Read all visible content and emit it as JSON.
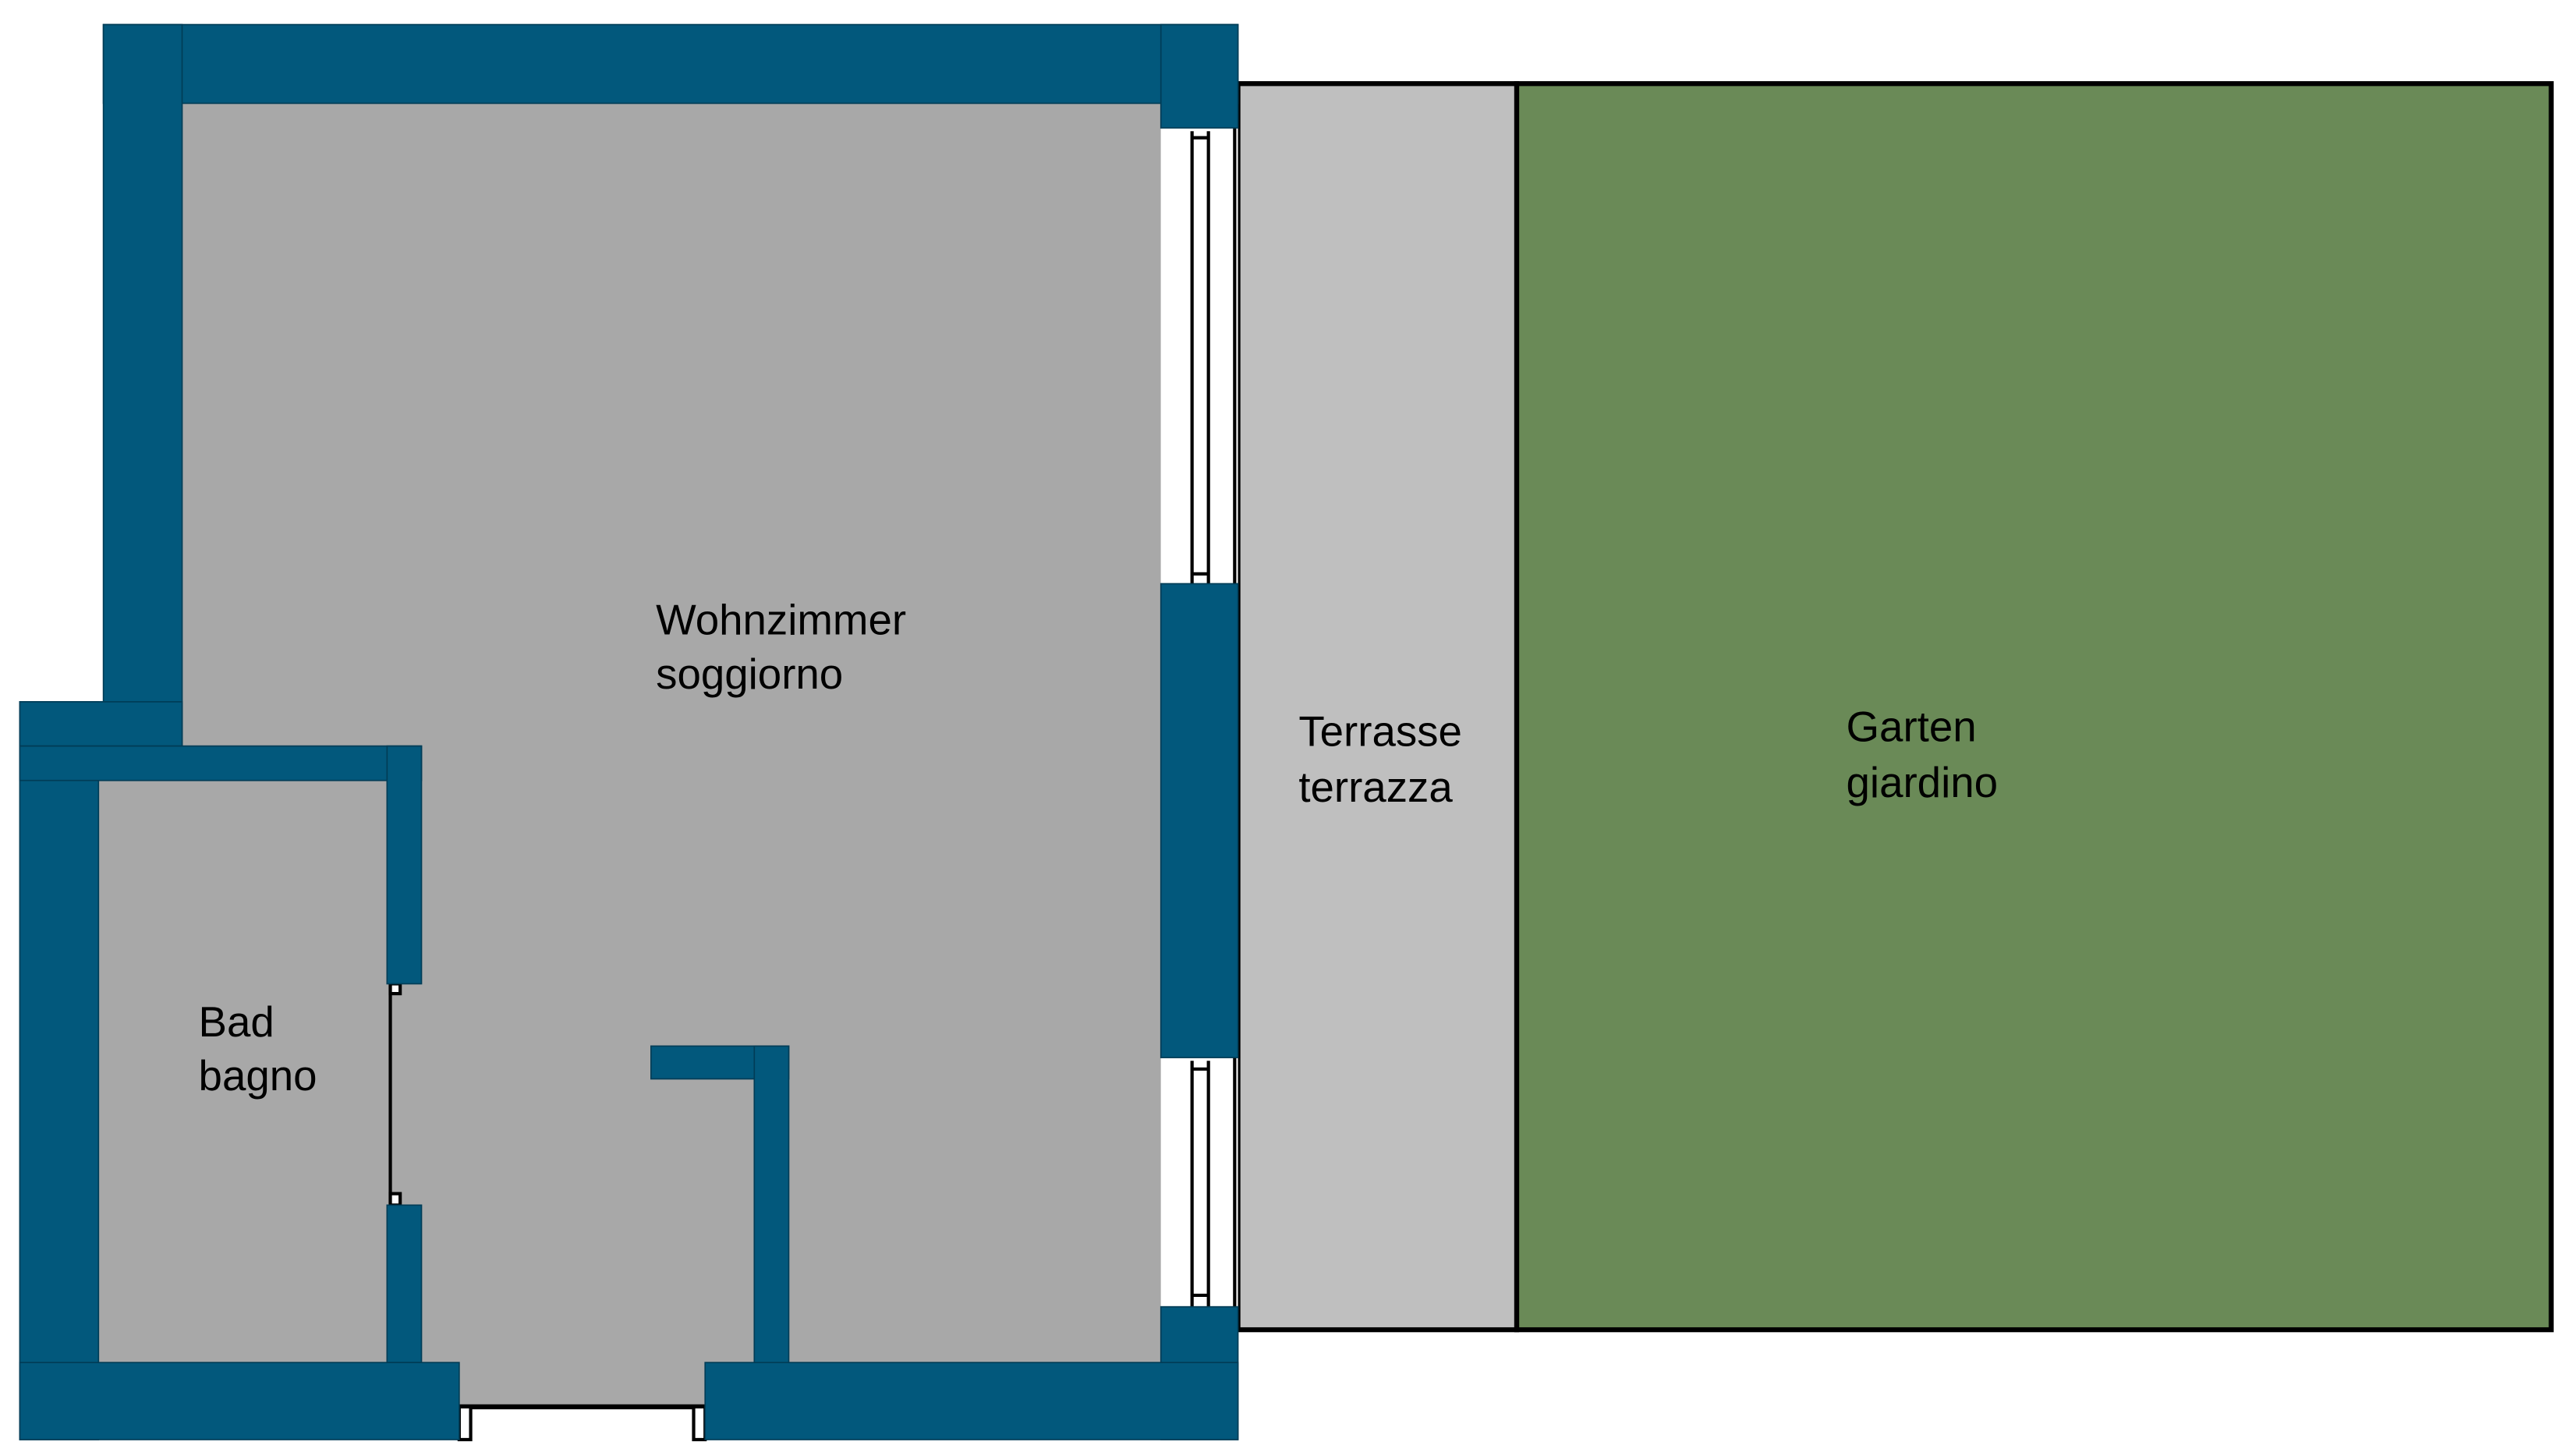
{
  "rooms": {
    "living": {
      "line1": "Wohnzimmer",
      "line2": "soggiorno"
    },
    "bath": {
      "line1": "Bad",
      "line2": "bagno"
    },
    "terrace": {
      "line1": "Terrasse",
      "line2": "terrazza"
    },
    "garden": {
      "line1": "Garten",
      "line2": "giardino"
    }
  },
  "colors": {
    "wall": "#02587c",
    "floor": "#a8a8a8",
    "terrace": "#bfbfbf",
    "garden": "#6a8a57"
  }
}
